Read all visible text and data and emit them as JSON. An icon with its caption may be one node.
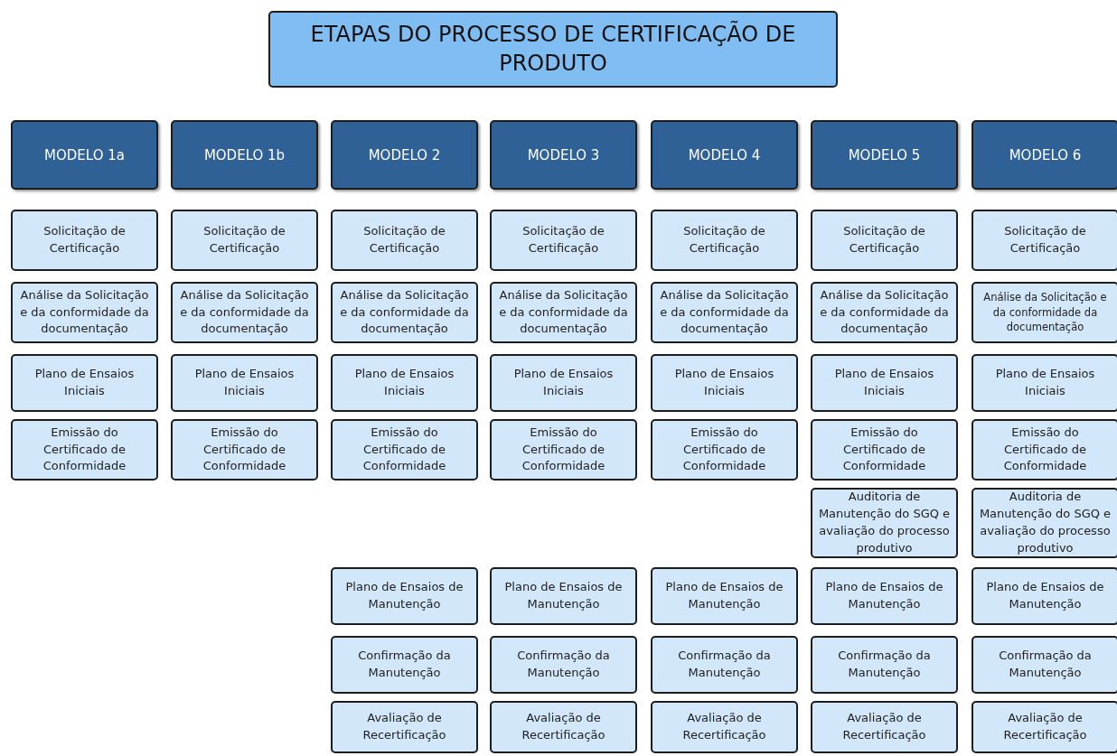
{
  "diagram": {
    "nodes": [
      {
        "text": [
          "ETAPAS DO PROCESSO DE CERTIFICAÇÃO DE PRODUTO"
        ]
      },
      {
        "text": [
          "MODELO 1a"
        ]
      },
      {
        "text": [
          "MODELO 1b"
        ]
      },
      {
        "text": [
          "MODELO 2"
        ]
      },
      {
        "text": [
          "MODELO 3"
        ]
      },
      {
        "text": [
          "MODELO 4"
        ]
      },
      {
        "text": [
          "MODELO 5"
        ]
      },
      {
        "text": [
          "MODELO 6"
        ]
      },
      {
        "text": [
          "Solicitação de Certificação"
        ]
      },
      {
        "text": [
          "Solicitação de Certificação"
        ]
      },
      {
        "text": [
          "Solicitação de Certificação"
        ]
      },
      {
        "text": [
          "Solicitação de Certificação"
        ]
      },
      {
        "text": [
          "Solicitação de Certificação"
        ]
      },
      {
        "text": [
          "Solicitação de Certificação"
        ]
      },
      {
        "text": [
          "Solicitação de Certificação"
        ]
      },
      {
        "text": [
          "Análise da Solicitação e da conformidade da documentação"
        ]
      },
      {
        "text": [
          "Análise da Solicitação e da conformidade da documentação"
        ]
      },
      {
        "text": [
          "Análise da Solicitação e da conformidade da documentação"
        ]
      },
      {
        "text": [
          "Análise da Solicitação e da conformidade da documentação"
        ]
      },
      {
        "text": [
          "Análise da Solicitação e da conformidade da documentação"
        ]
      },
      {
        "text": [
          "Análise da Solicitação e da conformidade da documentação"
        ]
      },
      {
        "text": [
          "Análise da Solicitação e da conformidade da documentação"
        ]
      },
      {
        "text": [
          "Plano de Ensaios Iniciais"
        ]
      },
      {
        "text": [
          "Plano de Ensaios Iniciais"
        ]
      },
      {
        "text": [
          "Plano de Ensaios Iniciais"
        ]
      },
      {
        "text": [
          "Plano de Ensaios Iniciais"
        ]
      },
      {
        "text": [
          "Plano de Ensaios Iniciais"
        ]
      },
      {
        "text": [
          "Plano de Ensaios Iniciais"
        ]
      },
      {
        "text": [
          "Plano de Ensaios Iniciais"
        ]
      },
      {
        "text": [
          "Emissão do Certificado de Conformidade"
        ]
      },
      {
        "text": [
          "Emissão do Certificado de Conformidade"
        ]
      },
      {
        "text": [
          "Emissão do Certificado de Conformidade"
        ]
      },
      {
        "text": [
          "Emissão do Certificado de Conformidade"
        ]
      },
      {
        "text": [
          "Emissão do Certificado de Conformidade"
        ]
      },
      {
        "text": [
          "Emissão do Certificado de Conformidade"
        ]
      },
      {
        "text": [
          "Emissão do Certificado de Conformidade"
        ]
      },
      {
        "text": [
          "Auditoria de Manutenção do SGQ e avaliação do processo produtivo"
        ]
      },
      {
        "text": [
          "Auditoria de Manutenção do SGQ e avaliação do processo produtivo"
        ]
      },
      {
        "text": [
          "Plano de Ensaios de Manutenção"
        ]
      },
      {
        "text": [
          "Plano de Ensaios de Manutenção"
        ]
      },
      {
        "text": [
          "Plano de Ensaios de Manutenção"
        ]
      },
      {
        "text": [
          "Plano de Ensaios de Manutenção"
        ]
      },
      {
        "text": [
          "Plano de Ensaios de Manutenção"
        ]
      },
      {
        "text": [
          "Confirmação da Manutenção"
        ]
      },
      {
        "text": [
          "Confirmação da Manutenção"
        ]
      },
      {
        "text": [
          "Confirmação da Manutenção"
        ]
      },
      {
        "text": [
          "Confirmação da Manutenção"
        ]
      },
      {
        "text": [
          "Confirmação da Manutenção"
        ]
      },
      {
        "text": [
          "Avaliação de Recertificação"
        ]
      },
      {
        "text": [
          "Avaliação de Recertificação"
        ]
      },
      {
        "text": [
          "Avaliação de Recertificação"
        ]
      },
      {
        "text": [
          "Avaliação de Recertificação"
        ]
      },
      {
        "text": [
          "Avaliação de Recertificação"
        ]
      }
    ]
  }
}
